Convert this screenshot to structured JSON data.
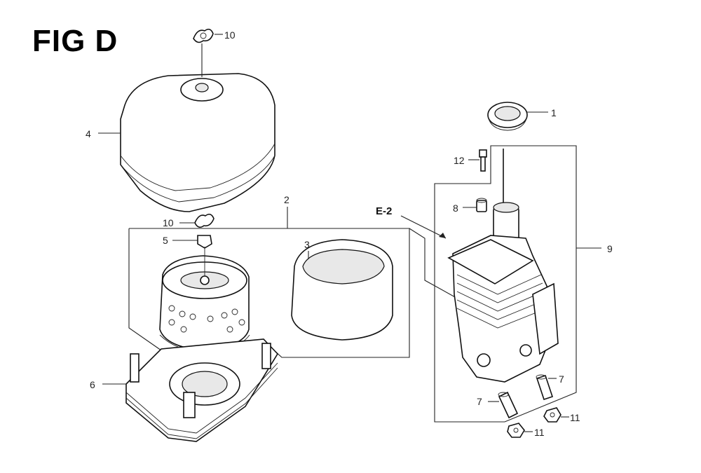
{
  "figure": {
    "title": "FIG D"
  },
  "callouts": {
    "c1": "1",
    "c2": "2",
    "c3": "3",
    "c4": "4",
    "c5": "5",
    "c6": "6",
    "c7a": "7",
    "c7b": "7",
    "c8": "8",
    "c9": "9",
    "c10a": "10",
    "c10b": "10",
    "c11a": "11",
    "c11b": "11",
    "c12": "12"
  },
  "reference": {
    "label": "E-2"
  }
}
